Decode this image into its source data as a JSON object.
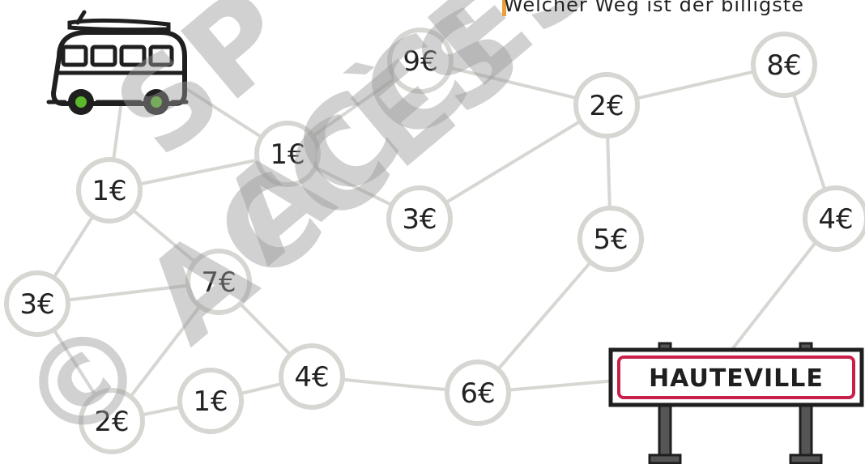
{
  "question": "Welcher Weg ist der billigste",
  "destination_sign": "HAUTEVILLE",
  "watermark": {
    "line1": "SP",
    "line2": "ACCÈS",
    "line3": "© ACCÈS"
  },
  "nodes": [
    {
      "id": "n-top-9",
      "label": "9€"
    },
    {
      "id": "n-top-8",
      "label": "8€"
    },
    {
      "id": "n-mid-2",
      "label": "2€"
    },
    {
      "id": "n-center-1",
      "label": "1€"
    },
    {
      "id": "n-left-1",
      "label": "1€"
    },
    {
      "id": "n-center-3",
      "label": "3€"
    },
    {
      "id": "n-right-4",
      "label": "4€"
    },
    {
      "id": "n-mid-5",
      "label": "5€"
    },
    {
      "id": "n-left-3",
      "label": "3€"
    },
    {
      "id": "n-center-7",
      "label": "7€"
    },
    {
      "id": "n-bottom-4",
      "label": "4€"
    },
    {
      "id": "n-bottom-6",
      "label": "6€"
    },
    {
      "id": "n-bottom-1",
      "label": "1€"
    },
    {
      "id": "n-bottom-2",
      "label": "2€"
    }
  ],
  "icons": {
    "start": "camper-van-icon",
    "end": "town-sign-icon"
  },
  "colors": {
    "edge": "#d6d6d2",
    "accent": "#e8a03a",
    "sign_border": "#c8204a",
    "wheel_hub": "#5cb82d"
  }
}
